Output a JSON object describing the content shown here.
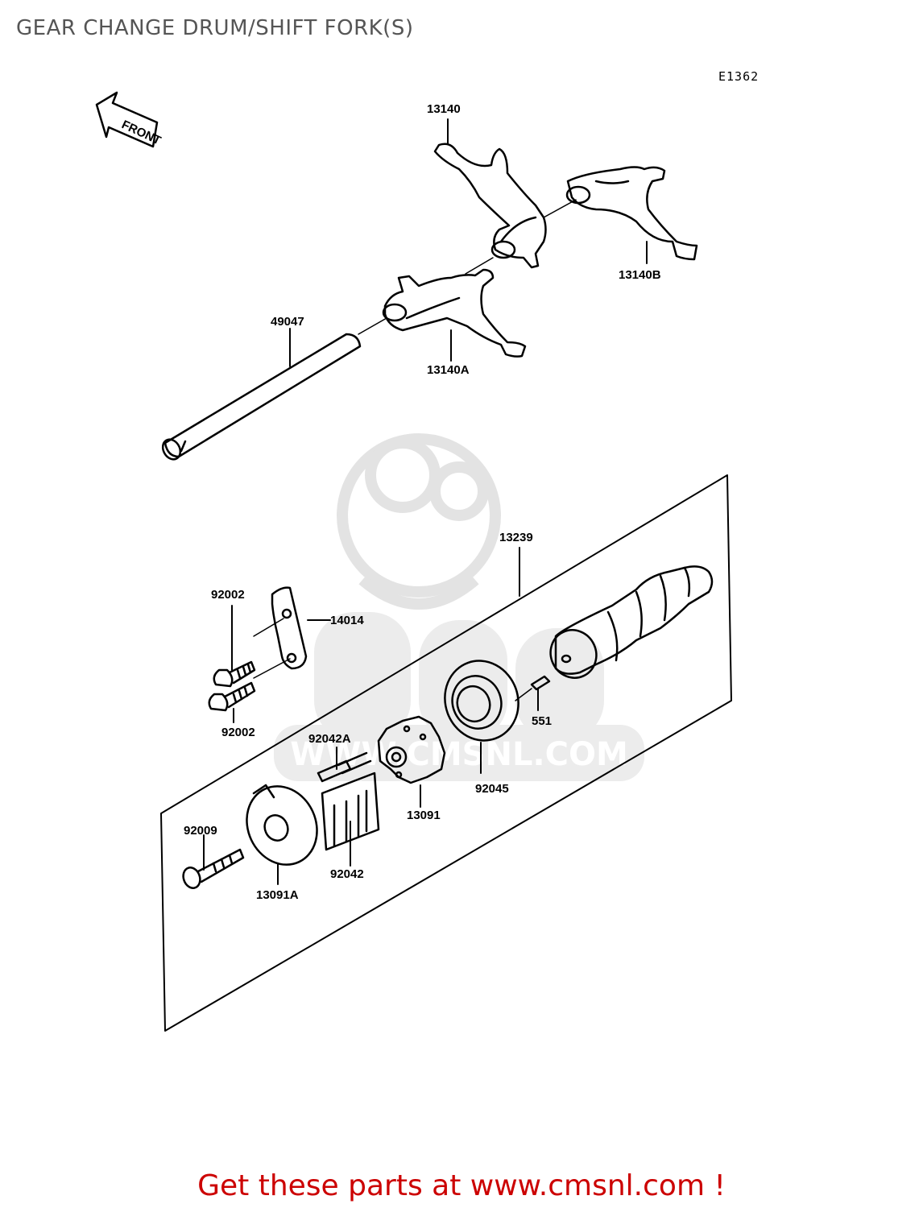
{
  "header": {
    "title": "GEAR CHANGE DRUM/SHIFT FORK(S)"
  },
  "diagram": {
    "code": "E1362",
    "front_label": "FRONT",
    "parts": [
      {
        "id": "13140",
        "label": "13140"
      },
      {
        "id": "13140B",
        "label": "13140B"
      },
      {
        "id": "49047",
        "label": "49047"
      },
      {
        "id": "13140A",
        "label": "13140A"
      },
      {
        "id": "13239",
        "label": "13239"
      },
      {
        "id": "92002_top",
        "label": "92002"
      },
      {
        "id": "14014",
        "label": "14014"
      },
      {
        "id": "92002_bottom",
        "label": "92002"
      },
      {
        "id": "551",
        "label": "551"
      },
      {
        "id": "92042A",
        "label": "92042A"
      },
      {
        "id": "92045",
        "label": "92045"
      },
      {
        "id": "13091",
        "label": "13091"
      },
      {
        "id": "92009",
        "label": "92009"
      },
      {
        "id": "13091A",
        "label": "13091A"
      },
      {
        "id": "92042",
        "label": "92042"
      }
    ]
  },
  "watermark": {
    "text": "WWW.CMSNL.COM"
  },
  "footer": {
    "text": "Get these parts at www.cmsnl.com !"
  },
  "colors": {
    "footer": "#cc0000",
    "title": "#555555",
    "watermark": "#e6e6e6"
  }
}
